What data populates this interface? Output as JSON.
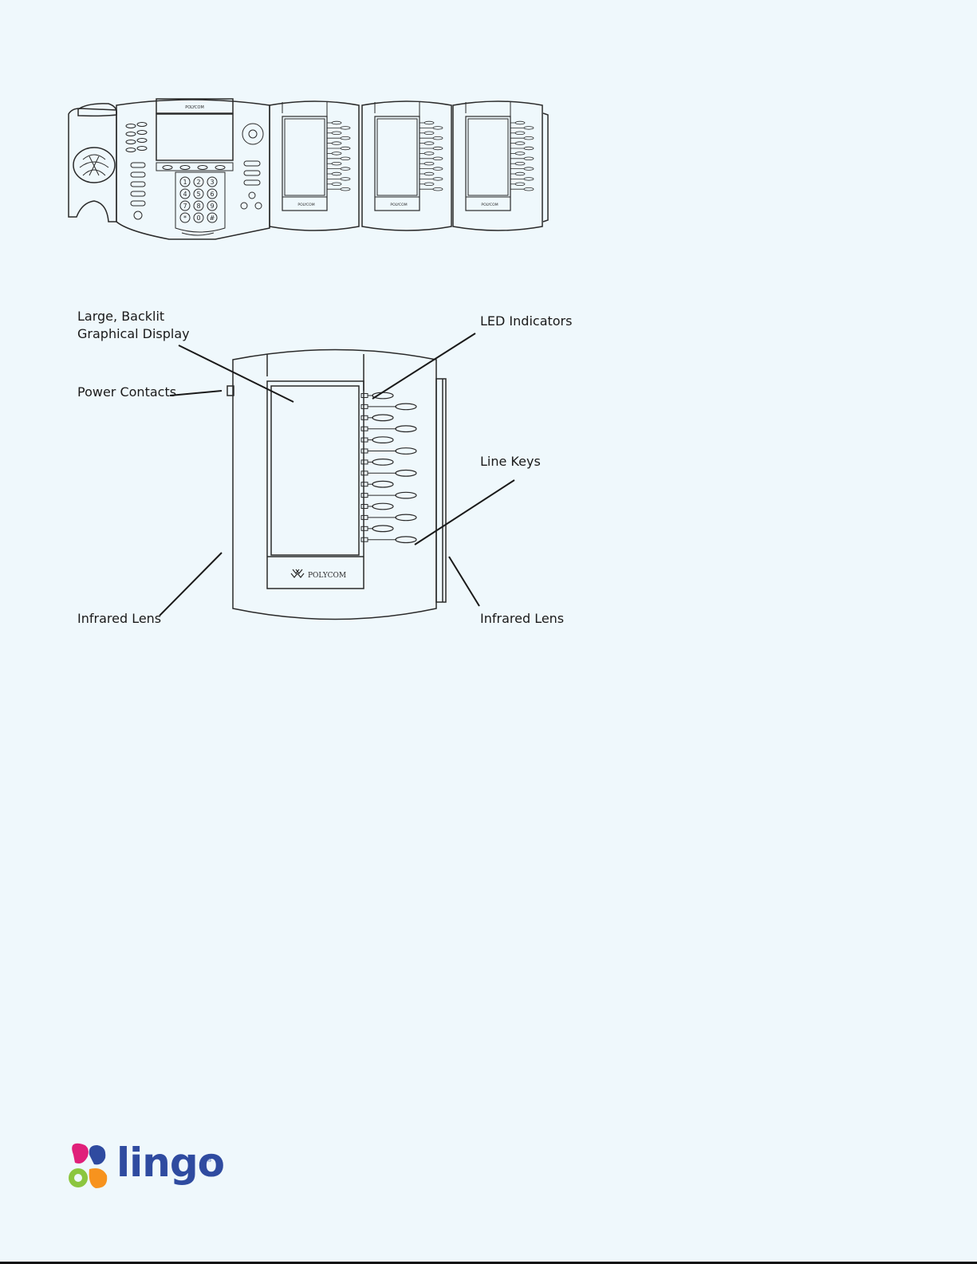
{
  "callouts": {
    "display_line1": "Large, Backlit",
    "display_line2": "Graphical Display",
    "power_contacts": "Power Contacts",
    "led_indicators": "LED Indicators",
    "line_keys": "Line Keys",
    "infrared_lens_left": "Infrared Lens",
    "infrared_lens_right": "Infrared Lens"
  },
  "device": {
    "brand_text": "POLYCOM",
    "phone_keypad": [
      "1",
      "2",
      "3",
      "4",
      "5",
      "6",
      "7",
      "8",
      "9",
      "*",
      "0",
      "#"
    ]
  },
  "footer": {
    "logo_text": "lingo",
    "registered_mark": "®"
  },
  "colors": {
    "background": "#eff8fc",
    "line_art": "#2a2a2a",
    "logo_blue": "#2f4ba0",
    "logo_pink": "#e0207a",
    "logo_green": "#8cc63f",
    "logo_orange": "#f7931e"
  }
}
